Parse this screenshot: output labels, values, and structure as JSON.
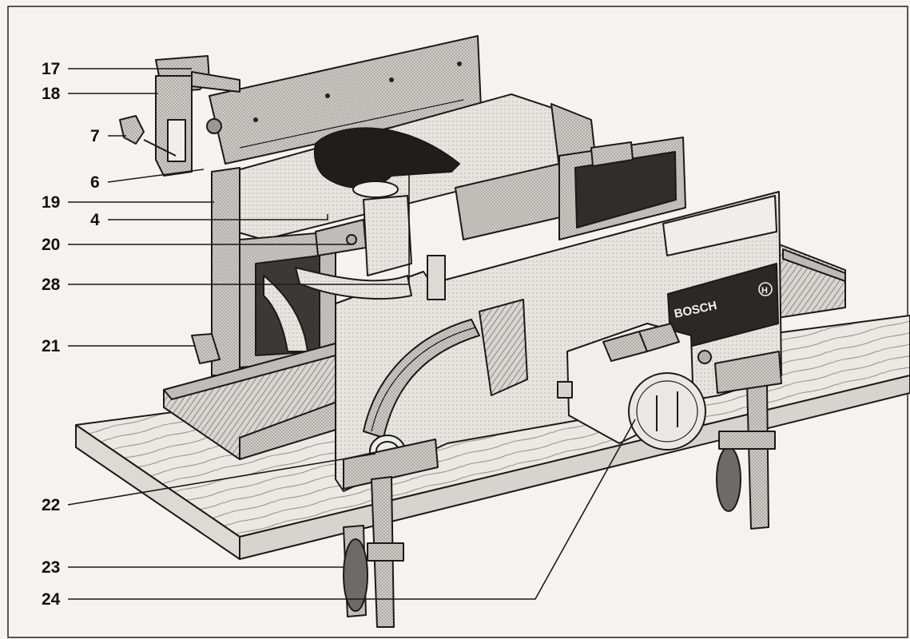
{
  "diagram": {
    "brand": "BOSCH",
    "brand_mark": "H",
    "callouts": [
      {
        "id": "17",
        "text": "17"
      },
      {
        "id": "18",
        "text": "18"
      },
      {
        "id": "7",
        "text": "7"
      },
      {
        "id": "6",
        "text": "6"
      },
      {
        "id": "19",
        "text": "19"
      },
      {
        "id": "4",
        "text": "4"
      },
      {
        "id": "20",
        "text": "20"
      },
      {
        "id": "28",
        "text": "28"
      },
      {
        "id": "21",
        "text": "21"
      },
      {
        "id": "22",
        "text": "22"
      },
      {
        "id": "23",
        "text": "23"
      },
      {
        "id": "24",
        "text": "24"
      }
    ]
  }
}
